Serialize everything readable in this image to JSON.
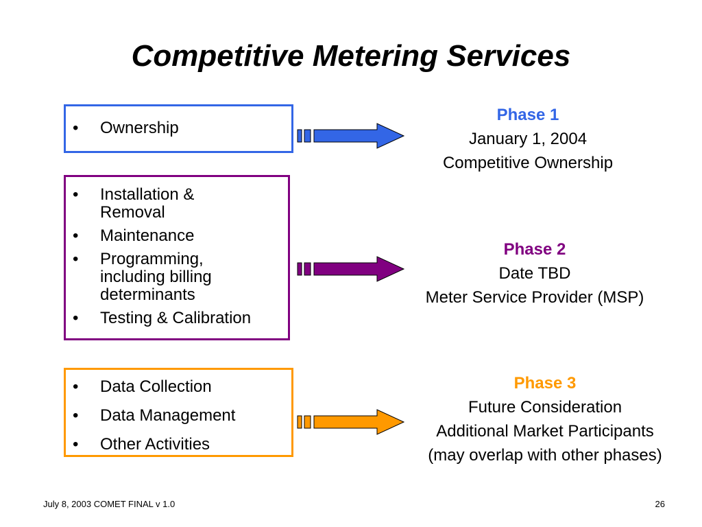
{
  "title": "Competitive Metering Services",
  "colors": {
    "phase1": "#3366E6",
    "phase2": "#800080",
    "phase3": "#FF9900"
  },
  "boxes": [
    {
      "items": [
        "Ownership"
      ]
    },
    {
      "items": [
        "Installation & Removal",
        "Maintenance",
        "Programming, including billing determinants",
        "Testing & Calibration"
      ]
    },
    {
      "items": [
        "Data Collection",
        "Data Management",
        "Other Activities"
      ]
    }
  ],
  "bullet": "•",
  "phases": [
    {
      "title": "Phase 1",
      "lines": [
        "January 1, 2004",
        "Competitive Ownership"
      ]
    },
    {
      "title": "Phase 2",
      "lines": [
        "Date TBD",
        "Meter Service Provider (MSP)"
      ]
    },
    {
      "title": "Phase 3",
      "lines": [
        "Future Consideration",
        "Additional Market Participants",
        "(may overlap with other phases)"
      ]
    }
  ],
  "footer": {
    "left": "July 8, 2003 COMET FINAL v 1.0",
    "page": "26"
  }
}
